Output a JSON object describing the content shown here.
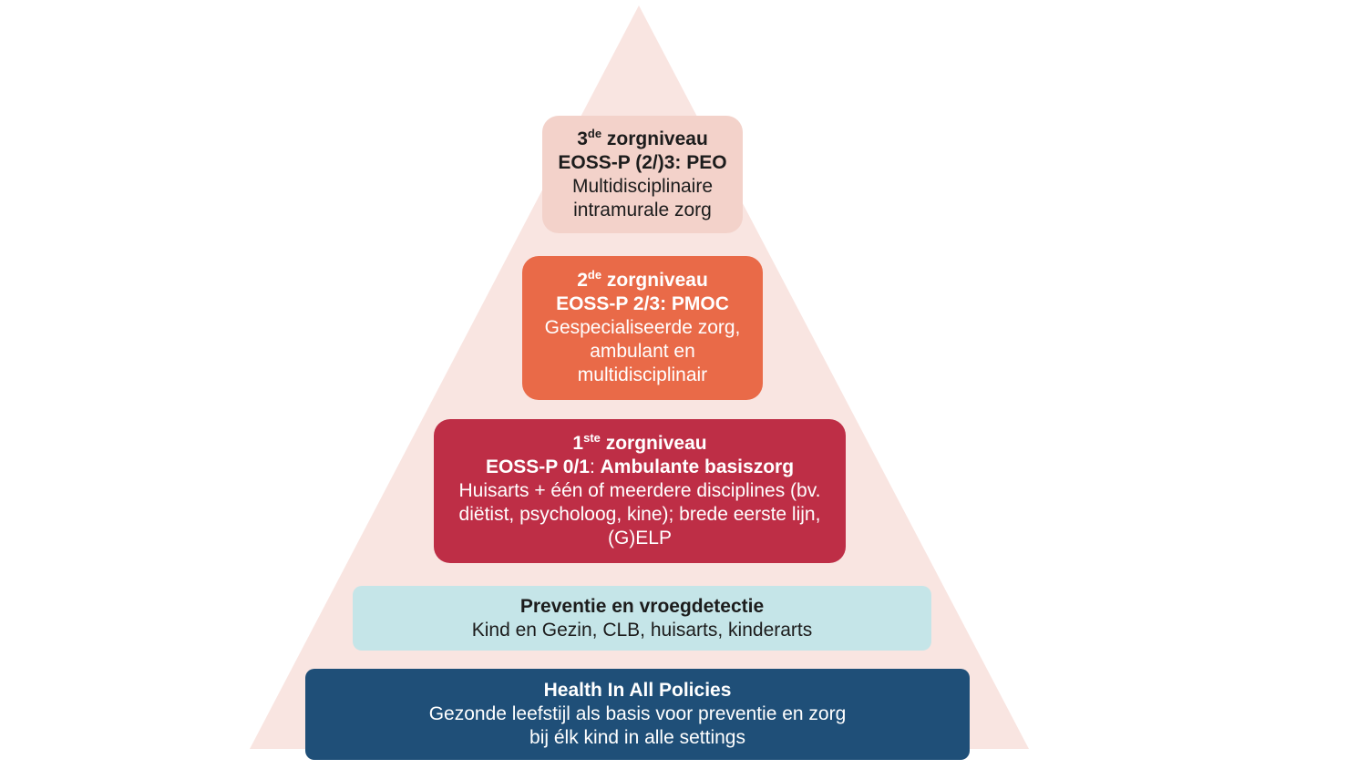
{
  "colors": {
    "background": "#ffffff",
    "pyramid": "#f9e5e1",
    "level3": "#f3d2ca",
    "level2": "#e96a48",
    "level1": "#be2e46",
    "prevention": "#c5e5e8",
    "health": "#1f4f78"
  },
  "level3": {
    "number": "3",
    "suffix": "de",
    "label": " zorgniveau",
    "subtitle": "EOSS-P (2/)3: PEO",
    "line1": "Multidisciplinaire",
    "line2": "intramurale zorg"
  },
  "level2": {
    "number": "2",
    "suffix": "de",
    "label": " zorgniveau",
    "subtitle": "EOSS-P 2/3: PMOC",
    "line1": "Gespecialiseerde zorg,",
    "line2": "ambulant en",
    "line3": "multidisciplinair"
  },
  "level1": {
    "number": "1",
    "suffix": "ste",
    "label": " zorgniveau",
    "subtitle_part1": "EOSS-P 0/1",
    "subtitle_sep": ": ",
    "subtitle_part2": "Ambulante",
    "subtitle_part3": " basiszorg",
    "line1": "Huisarts + één of meerdere disciplines (bv.",
    "line2": "diëtist, psycholoog, kine); brede eerste lijn,",
    "line3": "(G)ELP"
  },
  "prevention": {
    "title": "Preventie en vroegdetectie",
    "line1": "Kind en Gezin, CLB, huisarts, kinderarts"
  },
  "health": {
    "title": "Health In All Policies",
    "line1": "Gezonde leefstijl als basis voor preventie en zorg",
    "line2": "bij élk kind in alle settings"
  }
}
